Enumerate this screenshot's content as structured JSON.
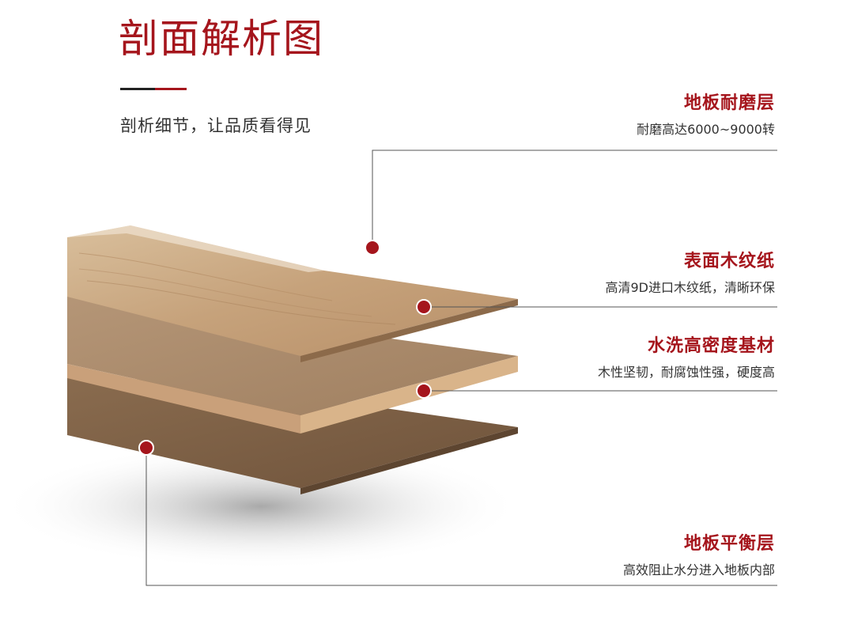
{
  "header": {
    "title": "剖面解析图",
    "subtitle": "剖析细节，让品质看得见"
  },
  "layers": [
    {
      "title": "地板耐磨层",
      "desc": "耐磨高达6000~9000转"
    },
    {
      "title": "表面木纹纸",
      "desc": "高清9D进口木纹纸，清晰环保"
    },
    {
      "title": "水洗高密度基材",
      "desc": "木性坚韧，耐腐蚀性强，硬度高"
    },
    {
      "title": "地板平衡层",
      "desc": "高效阻止水分进入地板内部"
    }
  ],
  "colors": {
    "accent": "#a5151c",
    "veneer": "#c9a883",
    "core": "#d9b48a",
    "balance": "#7d6146"
  }
}
